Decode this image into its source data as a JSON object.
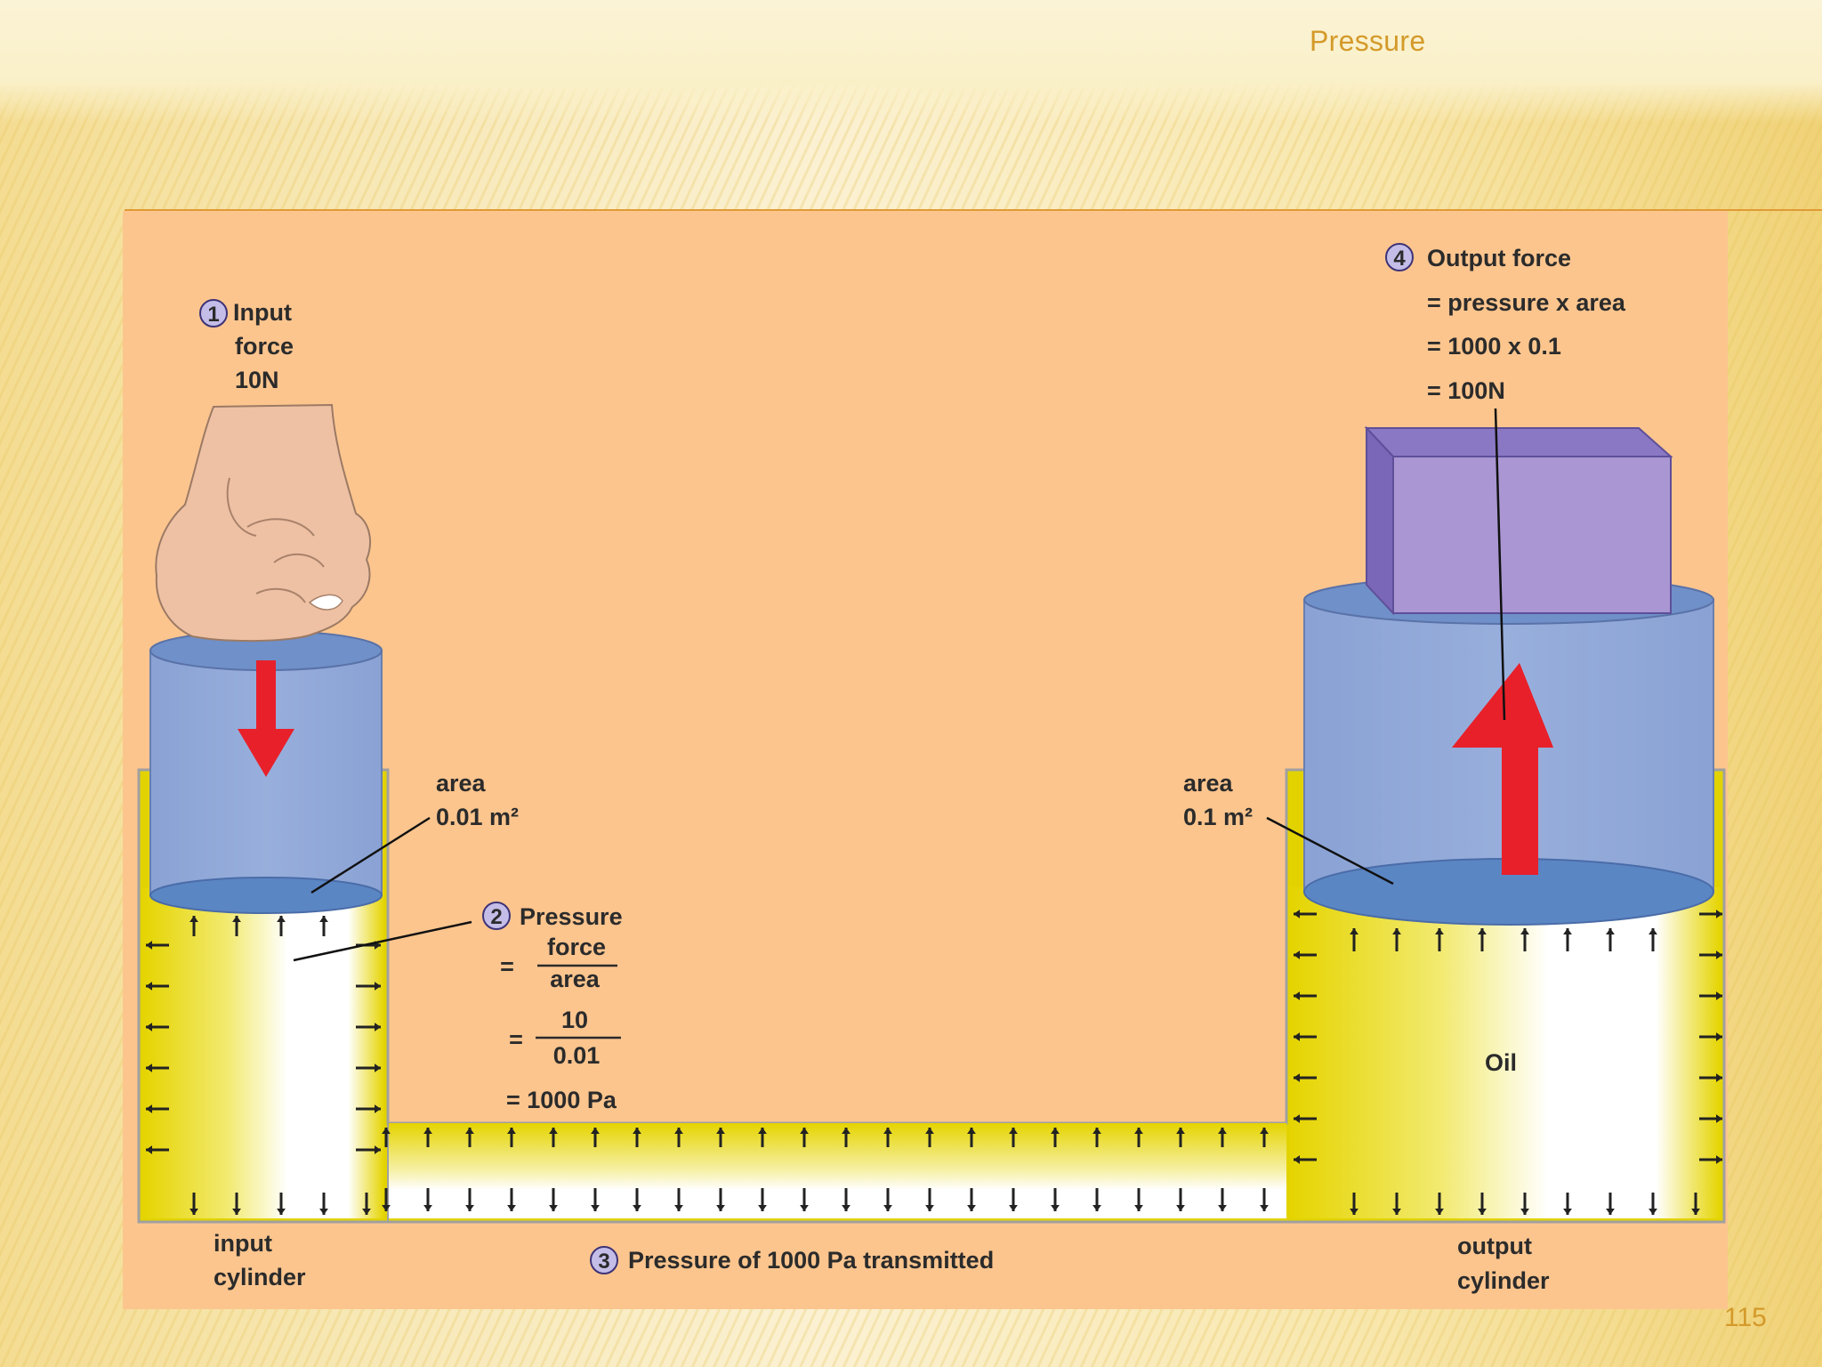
{
  "slide": {
    "title": "Pressure",
    "page_number": "115"
  },
  "diagram": {
    "step1": {
      "number": "1",
      "line1": "Input",
      "line2": "force",
      "line3": "10N"
    },
    "input_area": {
      "label": "area",
      "value": "0.01 m²"
    },
    "step2": {
      "number": "2",
      "title": "Pressure",
      "eq": "=",
      "numerator": "force",
      "denominator": "area",
      "numerator_value": "10",
      "denominator_value": "0.01",
      "result": "= 1000 Pa"
    },
    "step3": {
      "number": "3",
      "text": "Pressure of 1000 Pa transmitted"
    },
    "step4": {
      "number": "4",
      "title": "Output force",
      "line1": "= pressure x area",
      "line2": "= 1000 x 0.1",
      "line3": "= 100N"
    },
    "output_area": {
      "label": "area",
      "value": "0.1 m²"
    },
    "fluid_label": "Oil",
    "input_cylinder": {
      "line1": "input",
      "line2": "cylinder"
    },
    "output_cylinder": {
      "line1": "output",
      "line2": "cylinder"
    },
    "colors": {
      "background": "#fcc58e",
      "oil": "#e2d300",
      "piston": "#8fa6d6",
      "arrow": "#e8202a",
      "block": "#a996d2"
    }
  }
}
